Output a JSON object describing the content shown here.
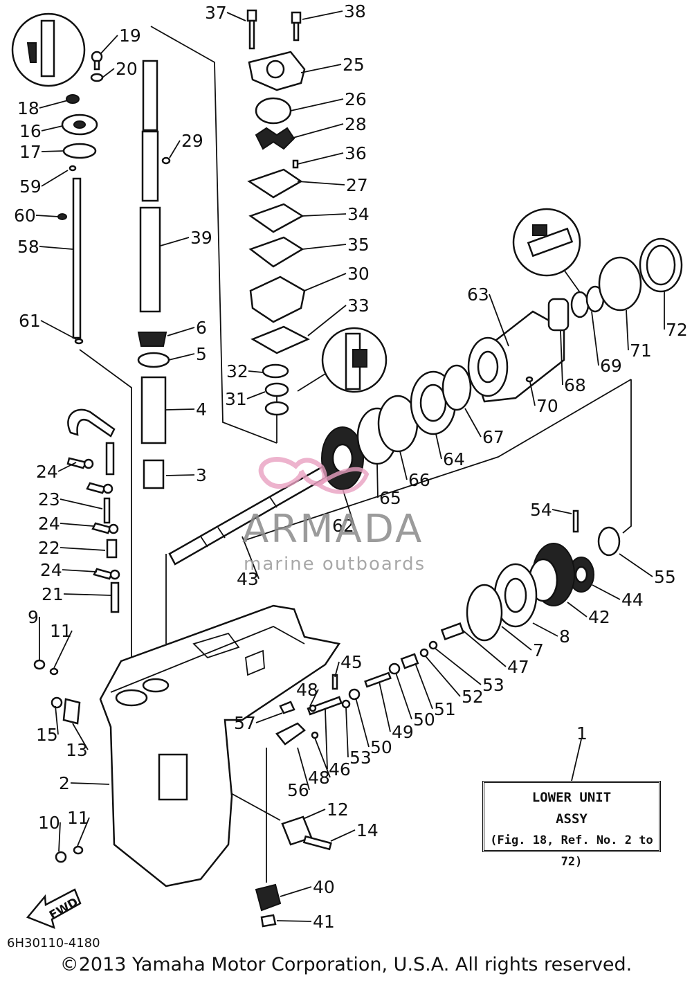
{
  "diagram": {
    "callouts": [
      {
        "id": "c1",
        "label": "1"
      },
      {
        "id": "c2",
        "label": "2"
      },
      {
        "id": "c3",
        "label": "3"
      },
      {
        "id": "c4",
        "label": "4"
      },
      {
        "id": "c5",
        "label": "5"
      },
      {
        "id": "c6",
        "label": "6"
      },
      {
        "id": "c7",
        "label": "7"
      },
      {
        "id": "c8",
        "label": "8"
      },
      {
        "id": "c9",
        "label": "9"
      },
      {
        "id": "c10",
        "label": "10"
      },
      {
        "id": "c11a",
        "label": "11"
      },
      {
        "id": "c11b",
        "label": "11"
      },
      {
        "id": "c12",
        "label": "12"
      },
      {
        "id": "c13",
        "label": "13"
      },
      {
        "id": "c14",
        "label": "14"
      },
      {
        "id": "c15",
        "label": "15"
      },
      {
        "id": "c16",
        "label": "16"
      },
      {
        "id": "c17",
        "label": "17"
      },
      {
        "id": "c18",
        "label": "18"
      },
      {
        "id": "c19",
        "label": "19"
      },
      {
        "id": "c20",
        "label": "20"
      },
      {
        "id": "c21",
        "label": "21"
      },
      {
        "id": "c22",
        "label": "22"
      },
      {
        "id": "c23",
        "label": "23"
      },
      {
        "id": "c24a",
        "label": "24"
      },
      {
        "id": "c24b",
        "label": "24"
      },
      {
        "id": "c24c",
        "label": "24"
      },
      {
        "id": "c25",
        "label": "25"
      },
      {
        "id": "c26",
        "label": "26"
      },
      {
        "id": "c27",
        "label": "27"
      },
      {
        "id": "c28",
        "label": "28"
      },
      {
        "id": "c29",
        "label": "29"
      },
      {
        "id": "c30",
        "label": "30"
      },
      {
        "id": "c31",
        "label": "31"
      },
      {
        "id": "c32",
        "label": "32"
      },
      {
        "id": "c33",
        "label": "33"
      },
      {
        "id": "c34",
        "label": "34"
      },
      {
        "id": "c35",
        "label": "35"
      },
      {
        "id": "c36",
        "label": "36"
      },
      {
        "id": "c37",
        "label": "37"
      },
      {
        "id": "c38",
        "label": "38"
      },
      {
        "id": "c39",
        "label": "39"
      },
      {
        "id": "c40",
        "label": "40"
      },
      {
        "id": "c41",
        "label": "41"
      },
      {
        "id": "c42",
        "label": "42"
      },
      {
        "id": "c43",
        "label": "43"
      },
      {
        "id": "c44",
        "label": "44"
      },
      {
        "id": "c45",
        "label": "45"
      },
      {
        "id": "c46",
        "label": "46"
      },
      {
        "id": "c47",
        "label": "47"
      },
      {
        "id": "c48a",
        "label": "48"
      },
      {
        "id": "c48b",
        "label": "48"
      },
      {
        "id": "c49",
        "label": "49"
      },
      {
        "id": "c50a",
        "label": "50"
      },
      {
        "id": "c50b",
        "label": "50"
      },
      {
        "id": "c51",
        "label": "51"
      },
      {
        "id": "c52",
        "label": "52"
      },
      {
        "id": "c53a",
        "label": "53"
      },
      {
        "id": "c53b",
        "label": "53"
      },
      {
        "id": "c54",
        "label": "54"
      },
      {
        "id": "c55",
        "label": "55"
      },
      {
        "id": "c56",
        "label": "56"
      },
      {
        "id": "c57",
        "label": "57"
      },
      {
        "id": "c58",
        "label": "58"
      },
      {
        "id": "c59",
        "label": "59"
      },
      {
        "id": "c60",
        "label": "60"
      },
      {
        "id": "c61",
        "label": "61"
      },
      {
        "id": "c62",
        "label": "62"
      },
      {
        "id": "c63",
        "label": "63"
      },
      {
        "id": "c64",
        "label": "64"
      },
      {
        "id": "c65",
        "label": "65"
      },
      {
        "id": "c66",
        "label": "66"
      },
      {
        "id": "c67",
        "label": "67"
      },
      {
        "id": "c68",
        "label": "68"
      },
      {
        "id": "c69",
        "label": "69"
      },
      {
        "id": "c70",
        "label": "70"
      },
      {
        "id": "c71",
        "label": "71"
      },
      {
        "id": "c72",
        "label": "72"
      }
    ],
    "fwd_label": "FWD"
  },
  "reference_box": {
    "line1": "LOWER UNIT",
    "line2": "ASSY",
    "line3": "(Fig. 18, Ref. No. 2 to 72)"
  },
  "watermark": {
    "brand": "ARMADA",
    "tagline": "marine outboards",
    "color": "#e8a0c0"
  },
  "drawing_code": "6H30110-4180",
  "copyright": "©2013 Yamaha Motor Corporation, U.S.A. All rights reserved."
}
